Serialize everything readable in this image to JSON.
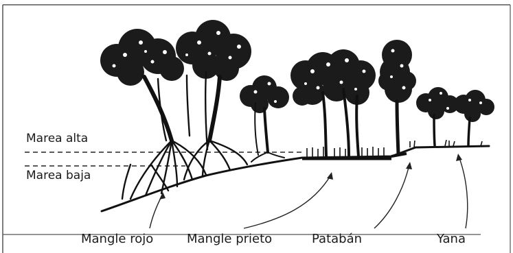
{
  "tide_labels": {
    "high": "Marea alta",
    "low": "Marea baja"
  },
  "zones": [
    {
      "name": "Mangle rojo"
    },
    {
      "name": "Mangle prieto"
    },
    {
      "name": "Patabán"
    },
    {
      "name": "Yana"
    }
  ]
}
